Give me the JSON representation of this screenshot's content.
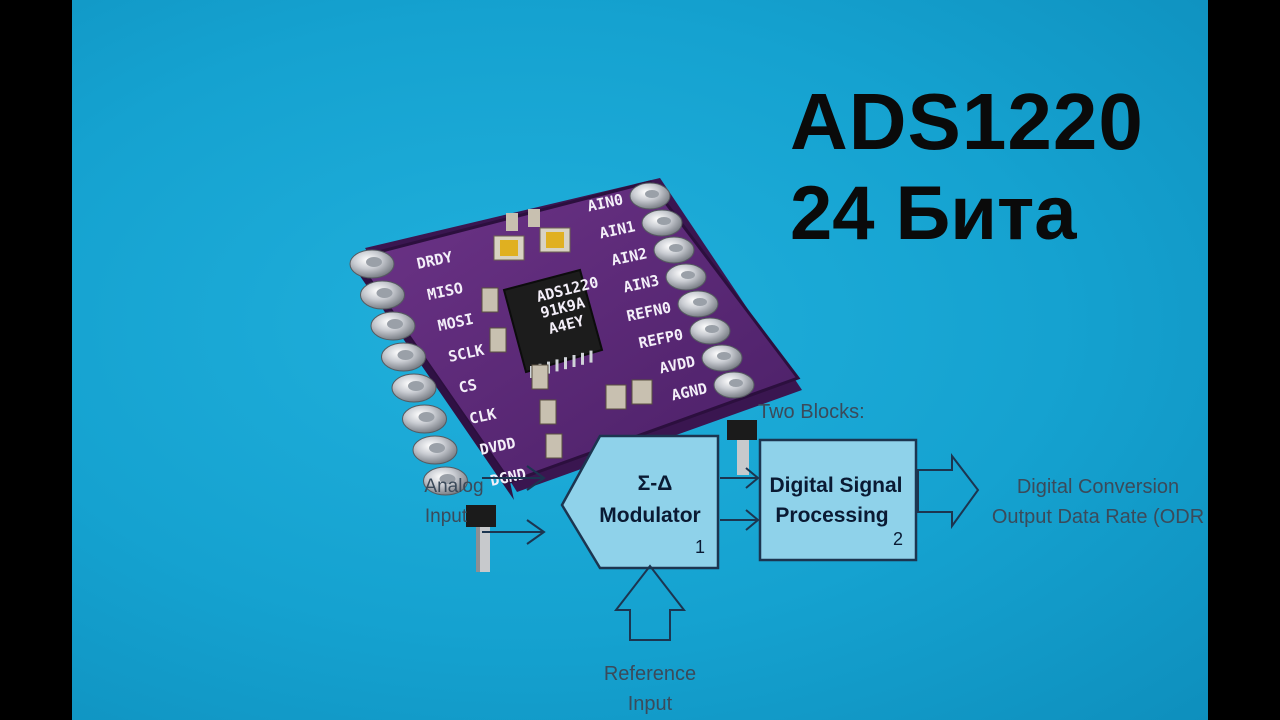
{
  "title": {
    "line1": "ADS1220",
    "line2": "24 Бита"
  },
  "board": {
    "chip_marking": [
      "ADS1220",
      "91K9A",
      "A4EY"
    ],
    "left_pins": [
      "DRDY",
      "MISO",
      "MOSI",
      "SCLK",
      "CS",
      "CLK",
      "DVDD",
      "DGND"
    ],
    "right_pins": [
      "AIN0",
      "AIN1",
      "AIN2",
      "AIN3",
      "REFN0",
      "REFP0",
      "AVDD",
      "AGND"
    ]
  },
  "diagram": {
    "blocks_label": "Two Blocks:",
    "analog_input": [
      "Analog",
      "Input"
    ],
    "modulator": {
      "line1": "Σ-Δ",
      "line2": "Modulator",
      "number": "1"
    },
    "dsp": {
      "line1": "Digital Signal",
      "line2": "Processing",
      "number": "2"
    },
    "output": [
      "Digital Conversion",
      "Output Data Rate (ODR"
    ],
    "reference_input": [
      "Reference",
      "Input"
    ]
  },
  "colors": {
    "background": "#15a2d0",
    "board": "#5a2a78",
    "block_fill": "#8fd2ea",
    "block_stroke": "#1c3550"
  }
}
